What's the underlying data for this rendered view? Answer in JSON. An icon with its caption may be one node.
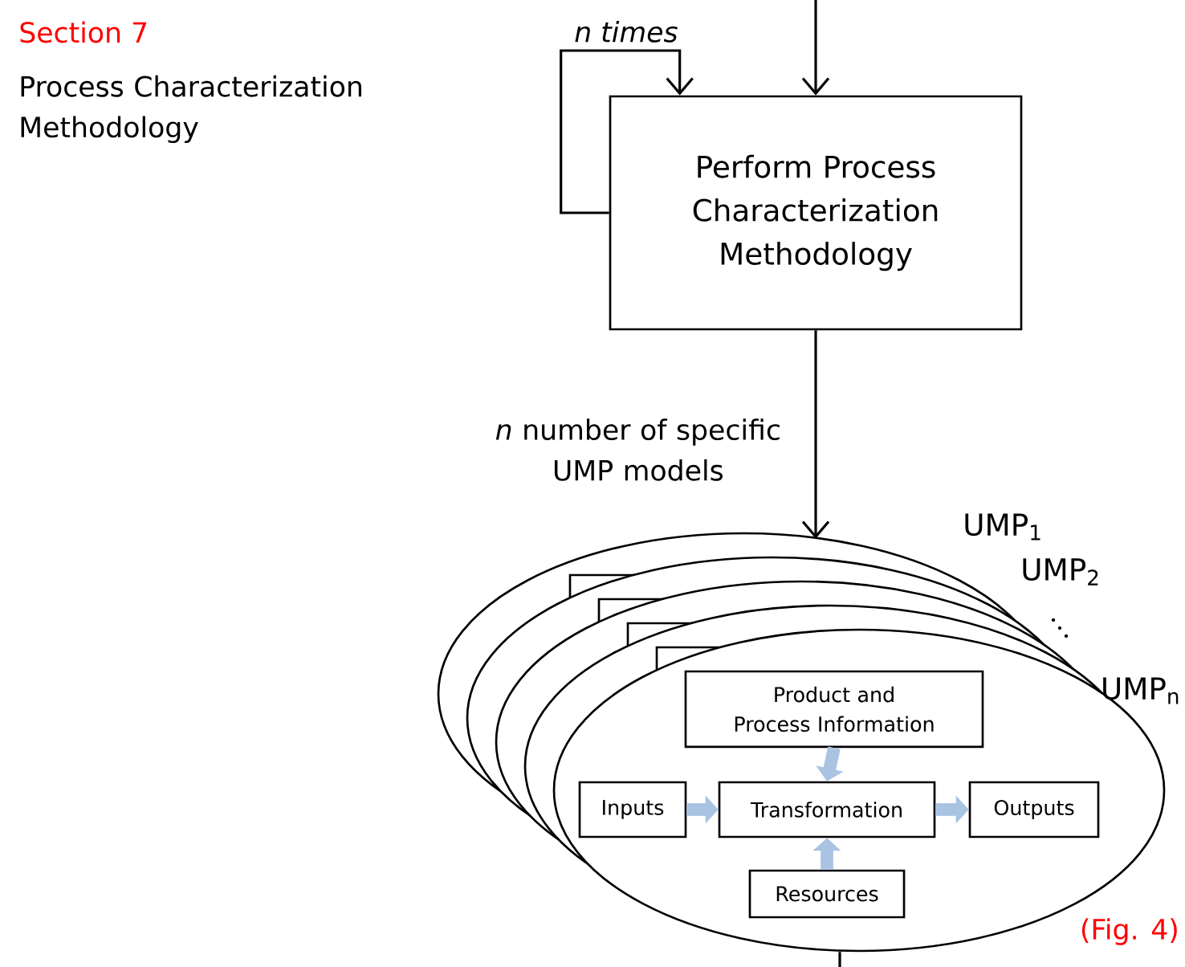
{
  "diagram": {
    "nodes": [
      {
        "text": [
          "Perform Process Characterization Methodology"
        ]
      },
      {
        "text": [],
        "shape": "ellipse",
        "beside": [
          "UMP$_{1}$",
          "UMP$_{2}$",
          "UMP$_{n}$"
        ]
      },
      {
        "text": [
          "Product and Process Information"
        ],
        "in": 1
      },
      {
        "text": [
          "Inputs"
        ],
        "in": 1
      },
      {
        "text": [
          "Transformation"
        ],
        "in": 1
      },
      {
        "text": [
          "Outputs"
        ],
        "in": 1
      },
      {
        "text": [
          "Resources"
        ],
        "in": 1
      }
    ],
    "edges": [
      {
        "from": null,
        "to": 0,
        "arrow": "to"
      },
      {
        "from": 0,
        "to": 0,
        "arrow": "to",
        "label": "n times"
      },
      {
        "from": 0,
        "to": 1,
        "arrow": "to",
        "label": "*n* number of specific UMP models"
      },
      {
        "from": 1,
        "to": null,
        "arrow": "none"
      },
      {
        "from": 2,
        "to": 4,
        "arrow": "to",
        "style": "thick",
        "color": "#a9c3e3"
      },
      {
        "from": 3,
        "to": 4,
        "arrow": "to",
        "style": "thick",
        "color": "#a9c3e3"
      },
      {
        "from": 4,
        "to": 5,
        "arrow": "to",
        "style": "thick",
        "color": "#a9c3e3"
      },
      {
        "from": 6,
        "to": 4,
        "arrow": "to",
        "style": "thick",
        "color": "#a9c3e3"
      }
    ],
    "labels": [
      "Section 7",
      "Process Characterization Methodology",
      "(Fig. 4)"
    ]
  }
}
